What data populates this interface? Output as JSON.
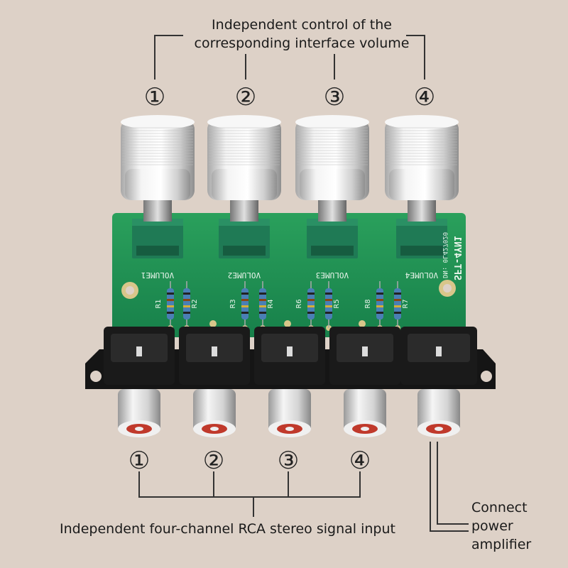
{
  "annotations": {
    "top_caption_line1": "Independent control of the",
    "top_caption_line2": "corresponding interface volume",
    "bottom_caption": "Independent four-channel RCA stereo signal input",
    "right_caption_line1": "Connect",
    "right_caption_line2": "power",
    "right_caption_line3": "amplifier",
    "knob_numbers": [
      "①",
      "②",
      "③",
      "④"
    ],
    "jack_numbers": [
      "①",
      "②",
      "③",
      "④"
    ]
  },
  "board": {
    "model_label": "SFT-4YN1",
    "date_label": "DN: 0L427020",
    "pot_labels": [
      "VOLUME1",
      "VOLUME2",
      "VOLUME3",
      "VOLUME4"
    ],
    "resistor_labels": [
      "R1",
      "R2",
      "R3",
      "R4",
      "R6",
      "R5",
      "R8",
      "R7"
    ]
  },
  "colors": {
    "background": "#ddd1c7",
    "pcb": "#1f8f4f",
    "pot": "#1f7a55",
    "knob": "#e6e6e6",
    "jack_body": "#1a1a1a",
    "jack_red": "#c0392b",
    "resistor": "#4a7fb5"
  }
}
